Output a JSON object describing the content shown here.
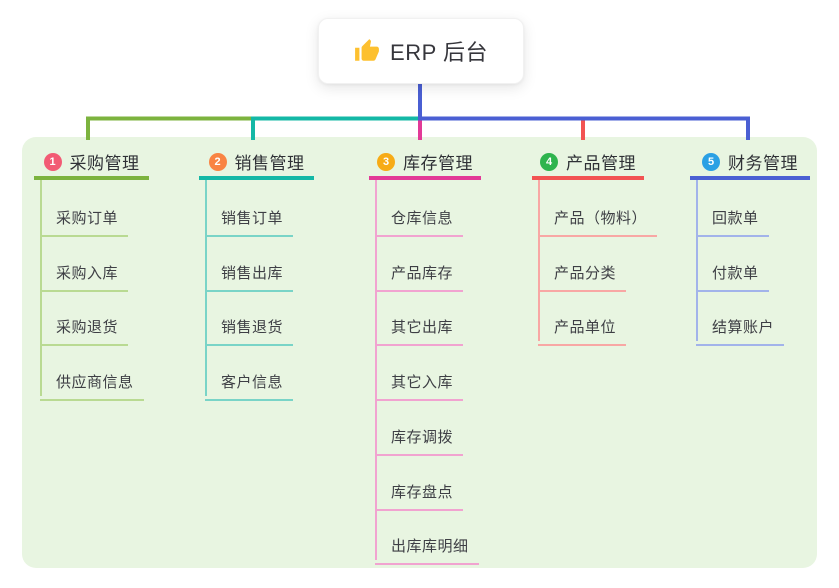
{
  "root": {
    "title": "ERP 后台",
    "icon": "thumbs-up-icon",
    "icon_color": "#fdc02f"
  },
  "colors": {
    "panel_bg": "#e8f5e1",
    "root_line": "#4a5fd3",
    "header_text": "#2f3136",
    "item_text": "#3e3f45"
  },
  "branches": [
    {
      "number": "1",
      "label": "采购管理",
      "circle_color": "#f25b74",
      "line_color": "#7cb33e",
      "item_line_color": "#b9da92",
      "items": [
        "采购订单",
        "采购入库",
        "采购退货",
        "供应商信息"
      ]
    },
    {
      "number": "2",
      "label": "销售管理",
      "circle_color": "#f98443",
      "line_color": "#14b8a6",
      "item_line_color": "#79d4c7",
      "items": [
        "销售订单",
        "销售出库",
        "销售退货",
        "客户信息"
      ]
    },
    {
      "number": "3",
      "label": "库存管理",
      "circle_color": "#f7ab16",
      "line_color": "#e23a97",
      "item_line_color": "#f1a3d0",
      "items": [
        "仓库信息",
        "产品库存",
        "其它出库",
        "其它入库",
        "库存调拨",
        "库存盘点",
        "出库库明细"
      ]
    },
    {
      "number": "4",
      "label": "产品管理",
      "circle_color": "#2eb44e",
      "line_color": "#f25352",
      "item_line_color": "#f8a7a4",
      "items": [
        "产品（物料）",
        "产品分类",
        "产品单位"
      ]
    },
    {
      "number": "5",
      "label": "财务管理",
      "circle_color": "#2aa0e4",
      "line_color": "#4a5fd3",
      "item_line_color": "#a2b3ea",
      "items": [
        "回款单",
        "付款单",
        "结算账户"
      ]
    }
  ]
}
